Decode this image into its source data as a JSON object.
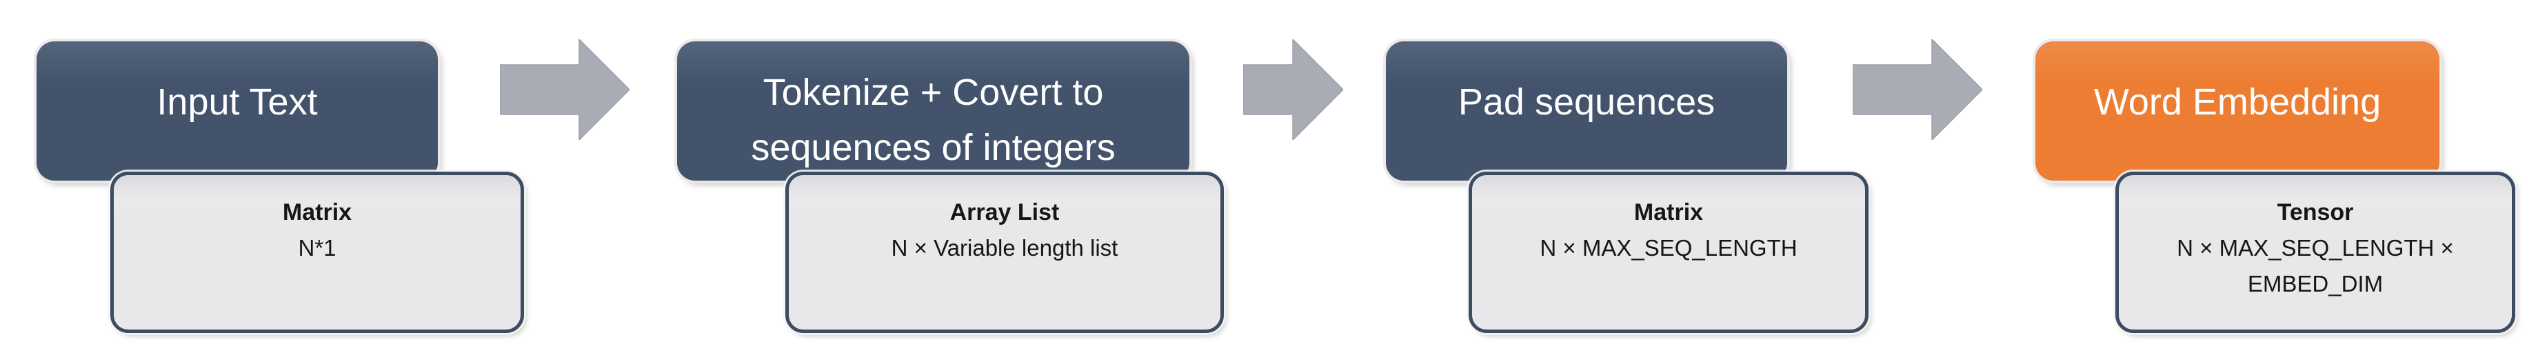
{
  "diagram": {
    "description": "Text preprocessing pipeline flow diagram"
  },
  "colors": {
    "stage_fill": "#42536B",
    "highlight_fill": "#ED7D33",
    "stage_text": "#FFFFFF",
    "card_fill": "#E8E8EA",
    "card_border": "#3C4C61",
    "card_text": "#161616",
    "arrow_fill": "#A9ACB4",
    "arrow_edge": "#9CA0A9",
    "background": "#FFFFFF"
  },
  "stages": [
    {
      "title": "Input Text",
      "card_title": "Matrix",
      "card_value": "N*1",
      "highlighted": false,
      "arrow_after": true
    },
    {
      "title": "Tokenize + Covert to sequences of integers",
      "card_title": "Array List",
      "card_value": "N × Variable length list",
      "highlighted": false,
      "arrow_after": true
    },
    {
      "title": "Pad sequences",
      "card_title": "Matrix",
      "card_value": "N × MAX_SEQ_LENGTH",
      "highlighted": false,
      "arrow_after": true
    },
    {
      "title": "Word Embedding",
      "card_title": "Tensor",
      "card_value": "N × MAX_SEQ_LENGTH × EMBED_DIM",
      "highlighted": true,
      "arrow_after": false
    }
  ]
}
